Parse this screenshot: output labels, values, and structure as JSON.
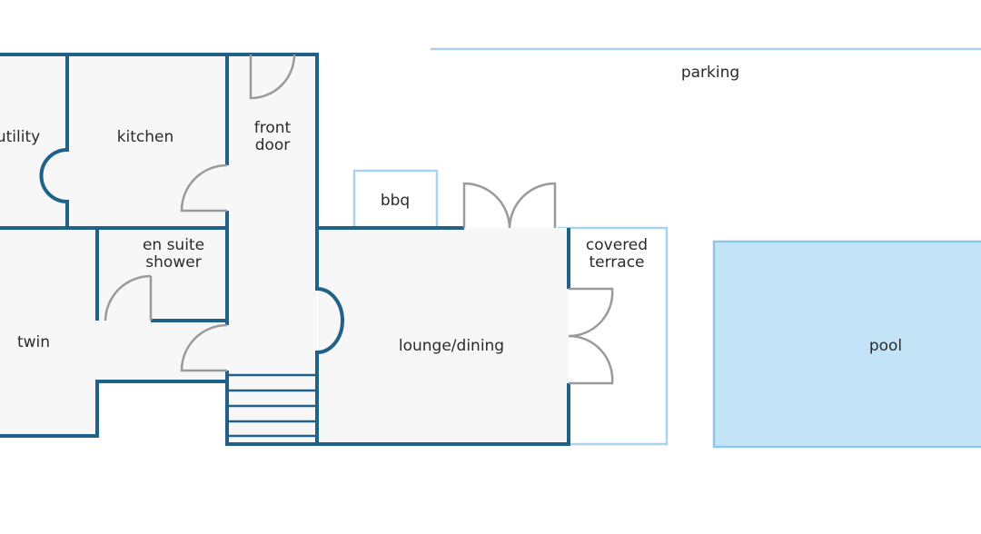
{
  "labels": {
    "parking": "parking",
    "utility": "utility",
    "kitchen": "kitchen",
    "front_door_line1": "front",
    "front_door_line2": "door",
    "bbq": "bbq",
    "covered_terrace_line1": "covered",
    "covered_terrace_line2": "terrace",
    "en_suite_line1": "en suite",
    "en_suite_line2": "shower",
    "twin": "twin",
    "lounge_dining": "lounge/dining",
    "pool": "pool"
  },
  "colors": {
    "wall": "#1f6189",
    "outdoor_outline": "#a9d3ea",
    "pool_fill": "#c3e4f7",
    "pool_edge": "#8ec8e8",
    "room_fill": "#f7f7f7",
    "door": "#9a9a9a"
  }
}
